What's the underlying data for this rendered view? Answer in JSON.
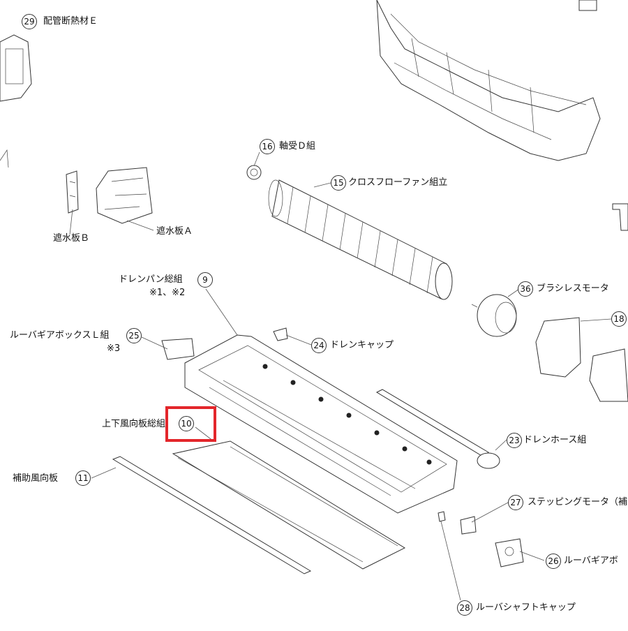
{
  "callouts": [
    {
      "key": "c29",
      "number": "29",
      "label": "配管断熱材Ｅ"
    },
    {
      "key": "c16",
      "number": "16",
      "label": "軸受Ｄ組"
    },
    {
      "key": "c15",
      "number": "15",
      "label": "クロスフローファン組立"
    },
    {
      "key": "cB",
      "number": "",
      "label": "遮水板Ｂ"
    },
    {
      "key": "cA",
      "number": "",
      "label": "遮水板Ａ"
    },
    {
      "key": "c9",
      "number": "9",
      "label": "ドレンパン総組",
      "note": "※1、※2"
    },
    {
      "key": "c36",
      "number": "36",
      "label": "ブラシレスモータ"
    },
    {
      "key": "c18",
      "number": "18",
      "label": ""
    },
    {
      "key": "c25",
      "number": "25",
      "label": "ルーバギアボックスＬ組",
      "note": "※3"
    },
    {
      "key": "c24",
      "number": "24",
      "label": "ドレンキャップ"
    },
    {
      "key": "c10",
      "number": "10",
      "label": "上下風向板総組"
    },
    {
      "key": "c23",
      "number": "23",
      "label": "ドレンホース組"
    },
    {
      "key": "c11",
      "number": "11",
      "label": "補助風向板"
    },
    {
      "key": "c27",
      "number": "27",
      "label": "ステッピングモータ（補"
    },
    {
      "key": "c26",
      "number": "26",
      "label": "ルーバギアボ"
    },
    {
      "key": "c28",
      "number": "28",
      "label": "ルーバシャフトキャップ"
    }
  ],
  "highlight": {
    "target": "10",
    "color": "#e3262b"
  },
  "icons": {
    "parts": "exploded-line-drawing"
  }
}
